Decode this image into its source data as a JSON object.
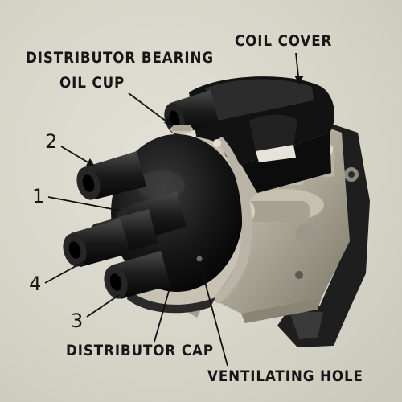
{
  "labels": {
    "coil_cover": "COIL COVER",
    "bearing_line1": "DISTRIBUTOR BEARING",
    "bearing_line2": "OIL CUP",
    "distributor_cap": "DISTRIBUTOR CAP",
    "ventilating_hole": "VENTILATING HOLE",
    "num_1": "1",
    "num_2": "2",
    "num_3": "3",
    "num_4": "4"
  },
  "colors": {
    "background": "#d9d6cb",
    "cap": "#151515",
    "housing": "#b4ae9f",
    "ink": "#161616"
  }
}
